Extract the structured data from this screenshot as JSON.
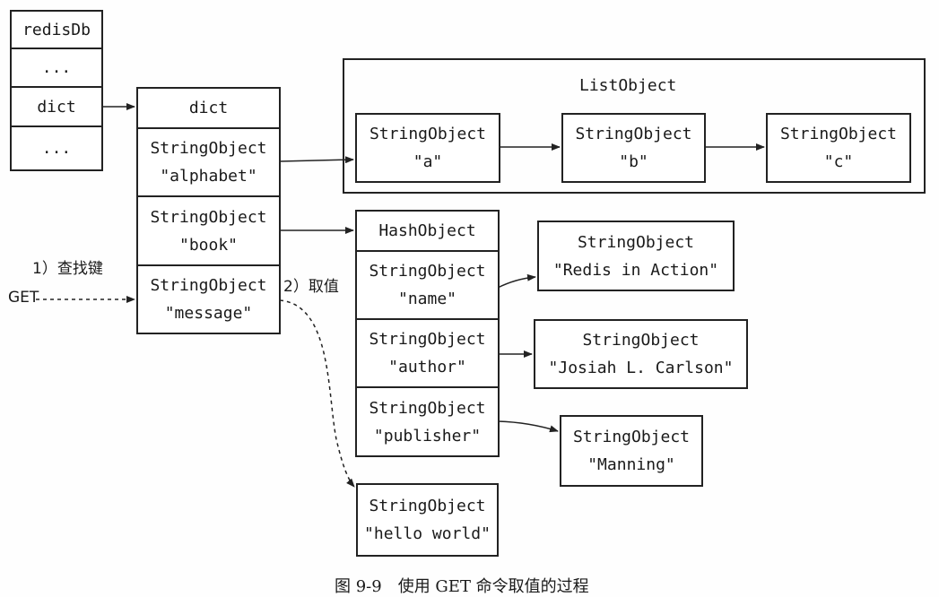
{
  "redisDb": {
    "rows": [
      "redisDb",
      "...",
      "dict",
      "..."
    ]
  },
  "dict": {
    "header": "dict",
    "entries": [
      {
        "type": "StringObject",
        "key": "\"alphabet\""
      },
      {
        "type": "StringObject",
        "key": "\"book\""
      },
      {
        "type": "StringObject",
        "key": "\"message\""
      }
    ]
  },
  "list_object": {
    "title": "ListObject",
    "items": [
      {
        "type": "StringObject",
        "value": "\"a\""
      },
      {
        "type": "StringObject",
        "value": "\"b\""
      },
      {
        "type": "StringObject",
        "value": "\"c\""
      }
    ]
  },
  "hash_object": {
    "header": "HashObject",
    "fields": [
      {
        "type": "StringObject",
        "key": "\"name\"",
        "value_type": "StringObject",
        "value": "\"Redis in Action\""
      },
      {
        "type": "StringObject",
        "key": "\"author\"",
        "value_type": "StringObject",
        "value": "\"Josiah L. Carlson\""
      },
      {
        "type": "StringObject",
        "key": "\"publisher\"",
        "value_type": "StringObject",
        "value": "\"Manning\""
      }
    ]
  },
  "result": {
    "type": "StringObject",
    "value": "\"hello world\""
  },
  "annotations": {
    "step1": "1）查找键",
    "step2": "2）取值",
    "command": "GET"
  },
  "caption": "图 9-9　使用 GET 命令取值的过程"
}
